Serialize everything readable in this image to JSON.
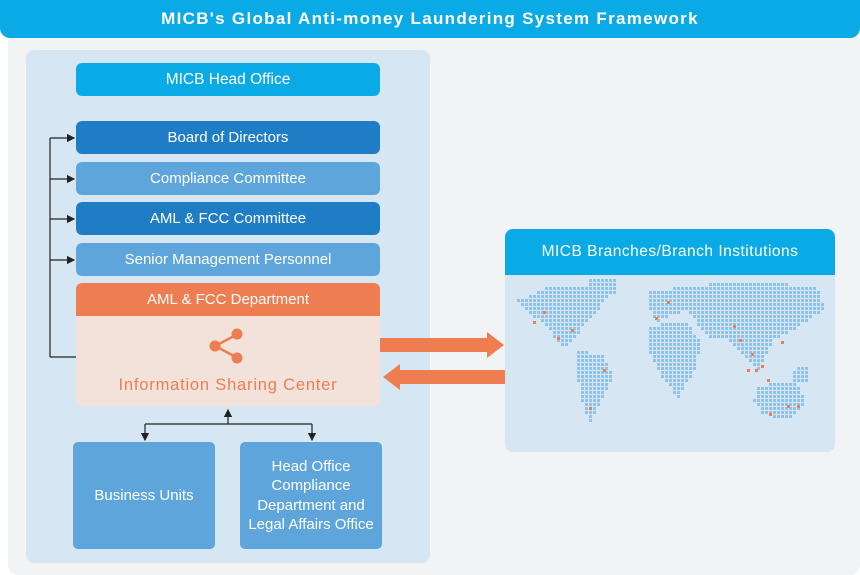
{
  "title": "MICB's Global Anti-money Laundering System Framework",
  "head_office": "MICB Head Office",
  "governance": [
    {
      "label": "Board of Directors",
      "style": "dark"
    },
    {
      "label": "Compliance Committee",
      "style": "light"
    },
    {
      "label": "AML & FCC Committee",
      "style": "dark"
    },
    {
      "label": "Senior Management Personnel",
      "style": "light"
    }
  ],
  "department": "AML & FCC Department",
  "sharing_center": {
    "label": "Information Sharing Center",
    "icon": "share-icon"
  },
  "units": {
    "business": "Business Units",
    "compliance": "Head Office Compliance Department and Legal Affairs Office"
  },
  "branches": {
    "title": "MICB Branches/Branch Institutions",
    "icon": "world-map"
  },
  "colors": {
    "title_blue": "#0aaae6",
    "dark_blue": "#1f7dc6",
    "light_blue": "#5ea5dc",
    "orange": "#ee7d52",
    "panel": "#d6e7f3",
    "sharing_bg": "#f2e2da"
  }
}
